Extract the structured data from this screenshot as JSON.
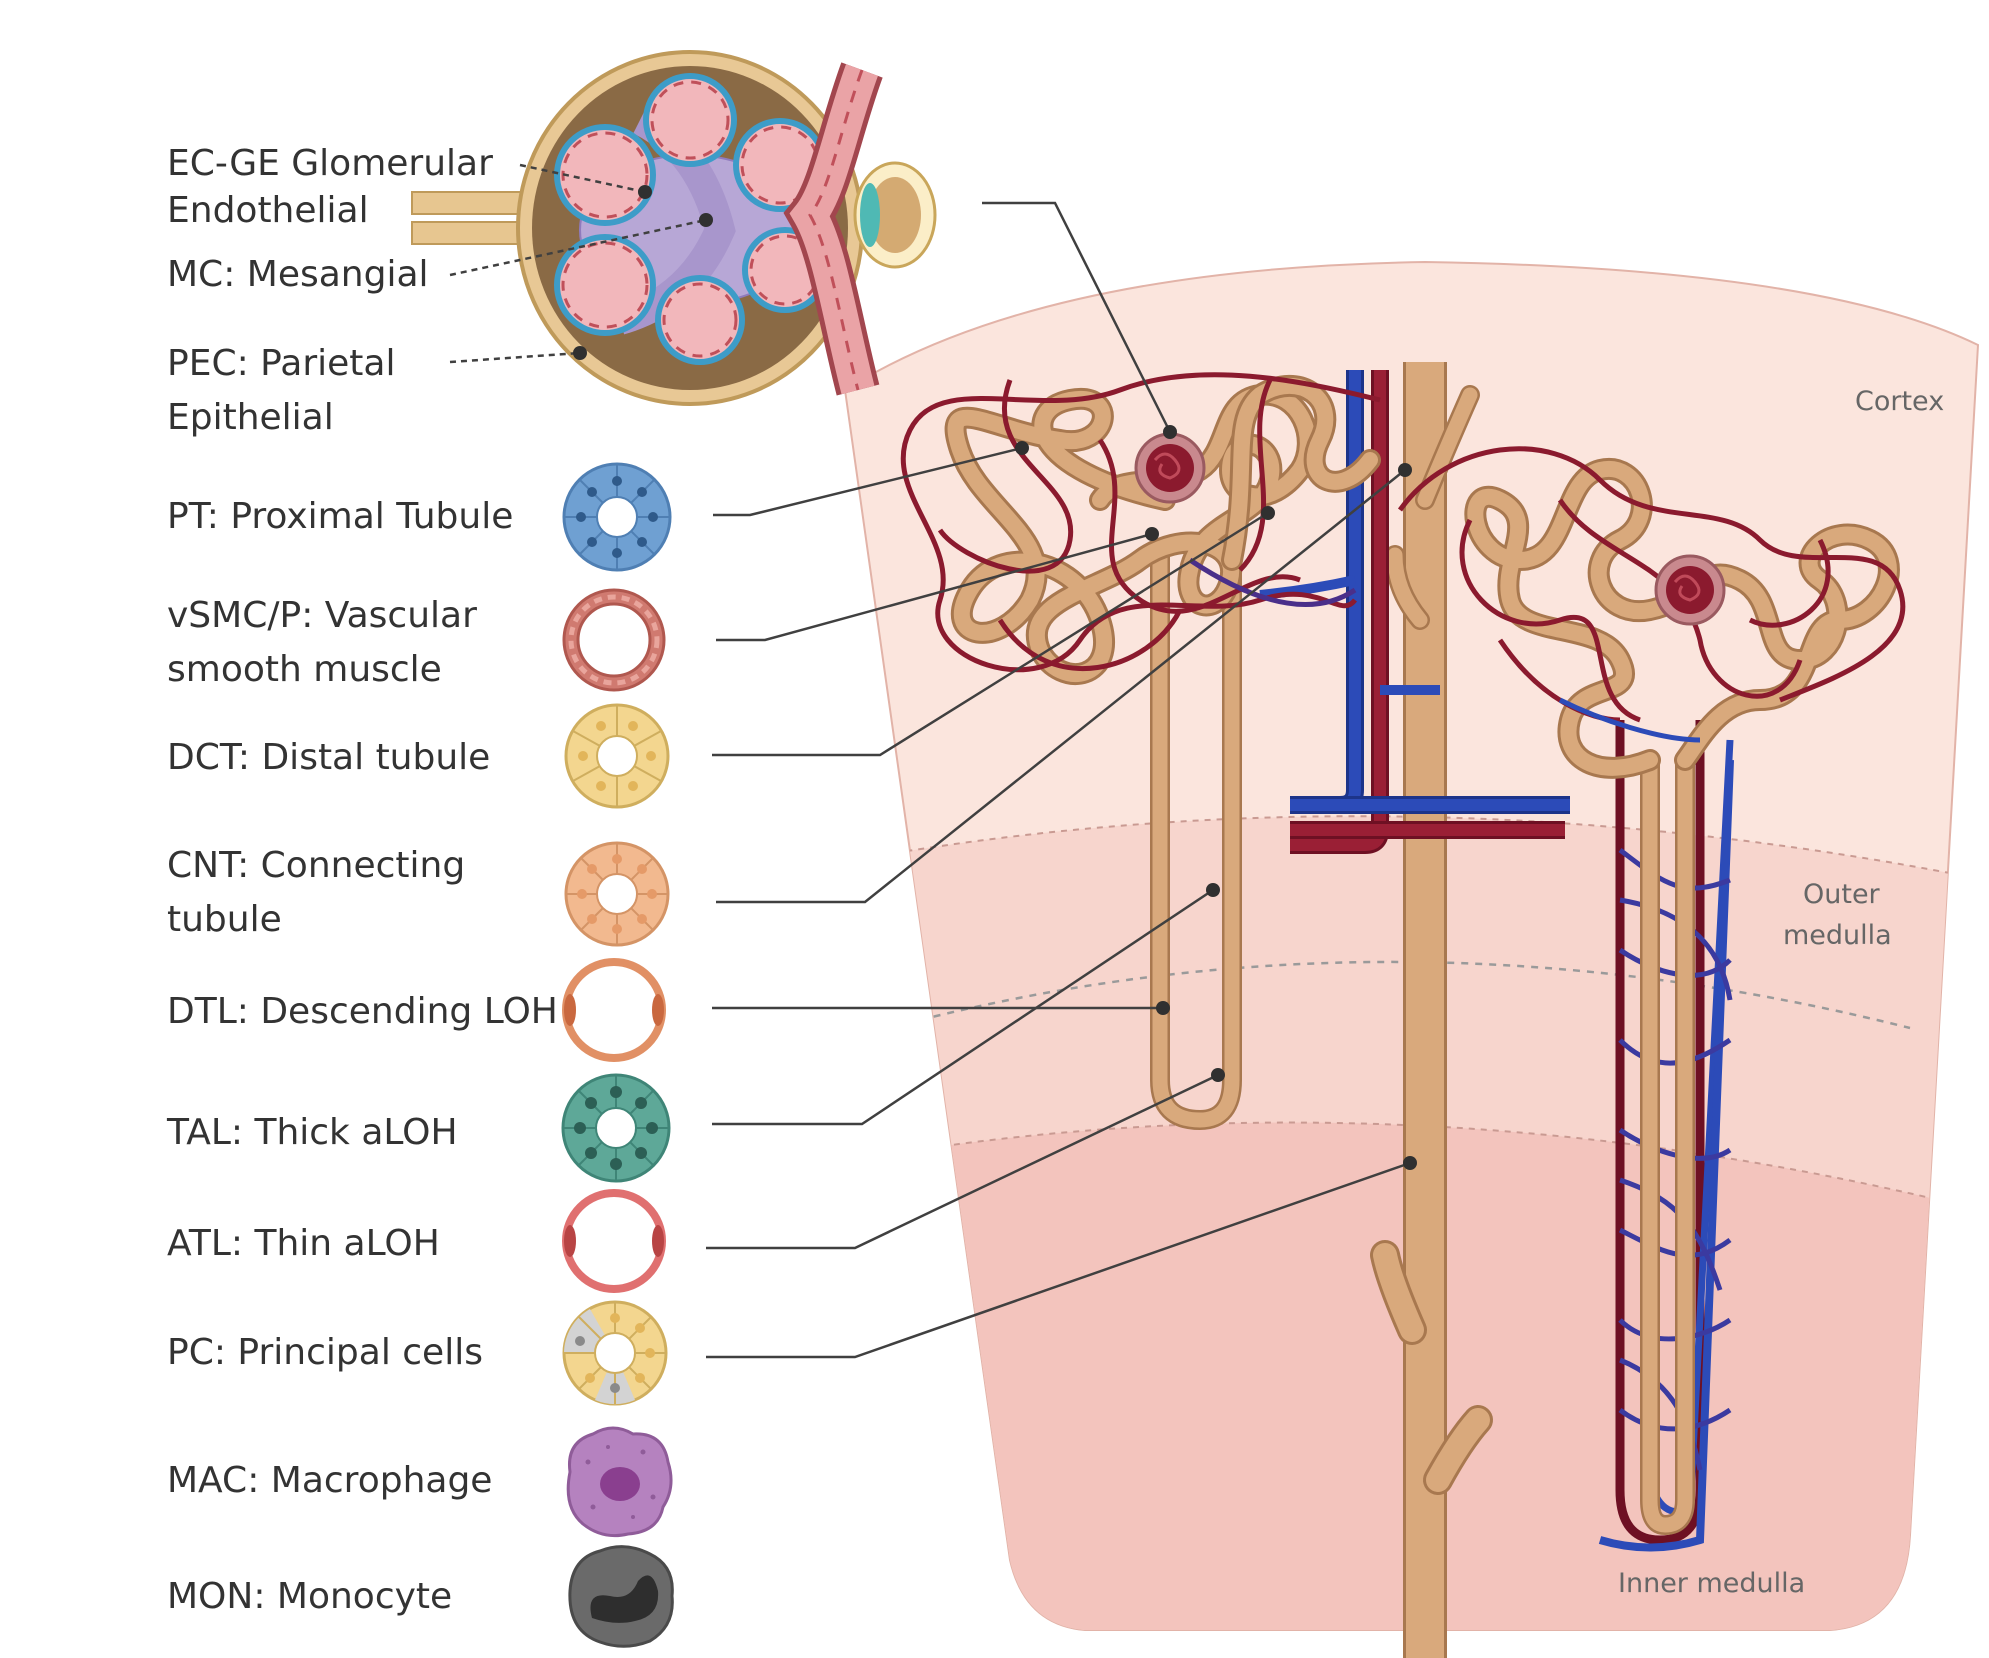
{
  "zones": {
    "cortex": "Cortex",
    "outer_medulla_1": "Outer",
    "outer_medulla_2": "medulla",
    "inner_medulla": "Inner medulla"
  },
  "labels": {
    "ecge_1": "EC-GE Glomerular",
    "ecge_2": "Endothelial",
    "mc": "MC: Mesangial",
    "pec_1": "PEC: Parietal",
    "pec_2": "Epithelial",
    "pt": "PT: Proximal Tubule",
    "vsmc_1": "vSMC/P: Vascular",
    "vsmc_2": "smooth muscle",
    "dct": "DCT: Distal tubule",
    "cnt_1": "CNT: Connecting",
    "cnt_2": "tubule",
    "dtl": "DTL: Descending LOH",
    "tal": "TAL: Thick aLOH",
    "atl": "ATL: Thin aLOH",
    "pc": "PC: Principal cells",
    "mac": "MAC: Macrophage",
    "mon": "MON: Monocyte"
  },
  "icons": [
    "proximal-tubule-cross-section-icon",
    "vascular-smooth-muscle-ring-icon",
    "distal-tubule-cross-section-icon",
    "connecting-tubule-cross-section-icon",
    "descending-loh-ring-icon",
    "thick-aloh-cross-section-icon",
    "thin-aloh-ring-icon",
    "principal-cells-cross-section-icon",
    "macrophage-icon",
    "monocyte-icon"
  ],
  "colors": {
    "artery": "#8b1a2e",
    "vein": "#2540a8",
    "tubule": "#d9a97c",
    "tubule_edge": "#a8784f",
    "cortex_bg": "#fbe5dd",
    "outer_medulla_bg": "#f7d5cd",
    "inner_medulla_bg": "#f3c4bd",
    "pt_cells": "#6fa0d2",
    "vsmc": "#d07a70",
    "dct_cells": "#f3d68f",
    "cnt_cells": "#f2b98f",
    "dtl_ring": "#e19065",
    "tal_cells": "#5ea898",
    "atl_ring": "#e07070",
    "mac": "#b582bf",
    "mon": "#6a6a6a"
  }
}
